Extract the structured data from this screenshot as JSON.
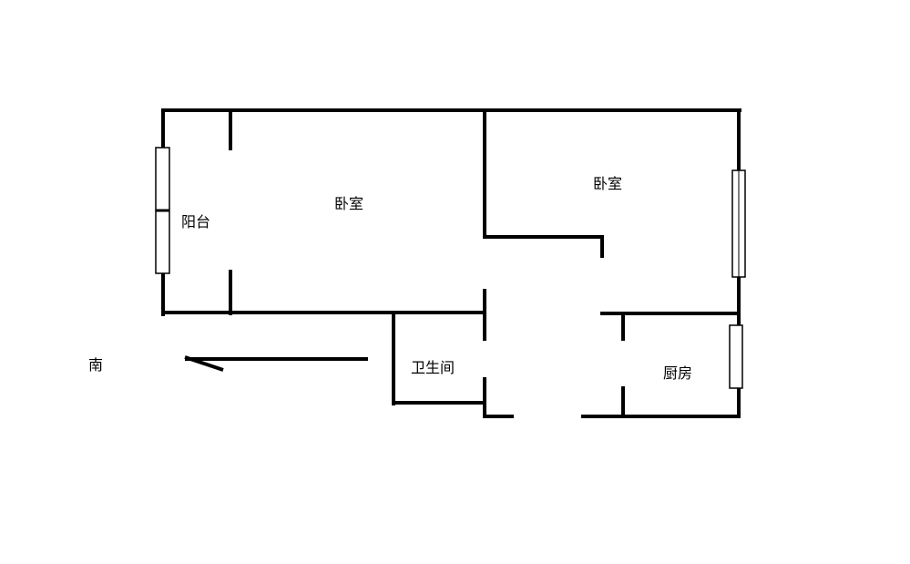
{
  "plan": {
    "rooms": {
      "balcony": "阳台",
      "bedroom_main": "卧室",
      "bedroom_second": "卧室",
      "bathroom": "卫生间",
      "kitchen": "厨房"
    },
    "compass_label": "南"
  },
  "colors": {
    "wall": "#000000",
    "background": "#ffffff"
  }
}
